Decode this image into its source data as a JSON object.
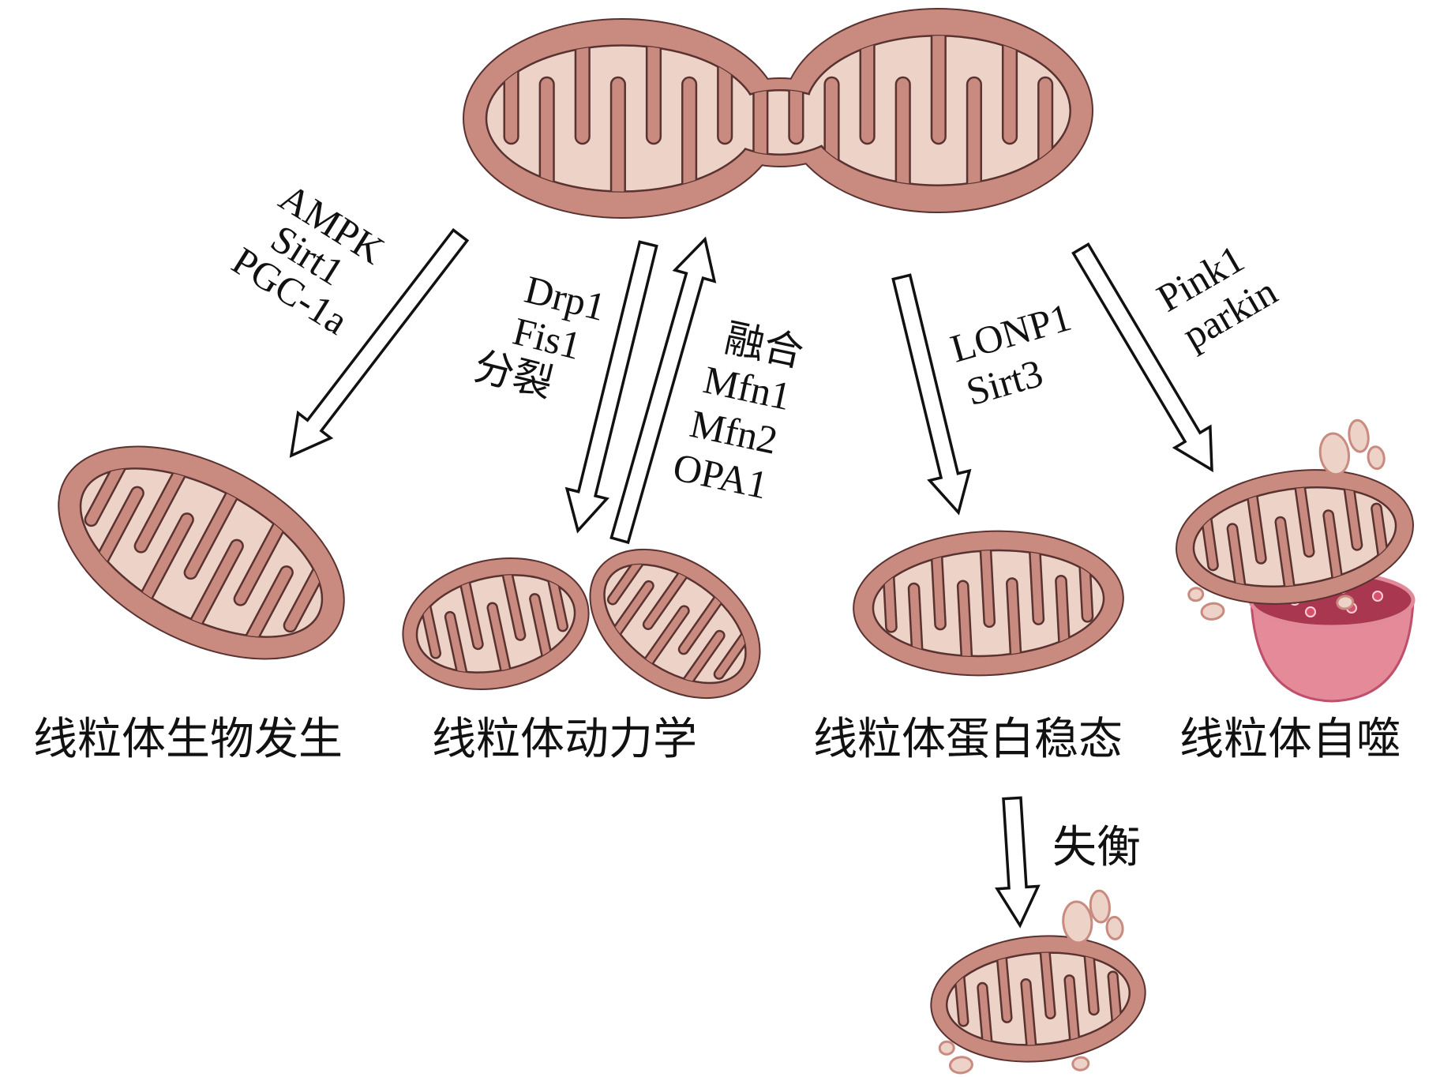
{
  "colors": {
    "membrane": "#c98a80",
    "matrix": "#ecd2c7",
    "outline": "#5a3330",
    "bowl": "#e58a98",
    "bowl_inner": "#a8374f",
    "granule": "#d9506d"
  },
  "pathways": {
    "biogenesis": {
      "label": "线粒体生物发生",
      "factors": [
        "AMPK",
        "Sirt1",
        "PGC-1a"
      ]
    },
    "dynamics": {
      "label": "线粒体动力学",
      "fission_factors": [
        "Drp1",
        "Fis1",
        "分裂"
      ],
      "fusion_factors": [
        "融合",
        "Mfn1",
        "Mfn2",
        "OPA1"
      ]
    },
    "proteostasis": {
      "label": "线粒体蛋白稳态",
      "factors": [
        "LONP1",
        "Sirt3"
      ]
    },
    "mitophagy": {
      "label": "线粒体自噬",
      "factors": [
        "Pink1",
        "parkin"
      ]
    }
  },
  "imbalance": {
    "label": "失衡"
  }
}
